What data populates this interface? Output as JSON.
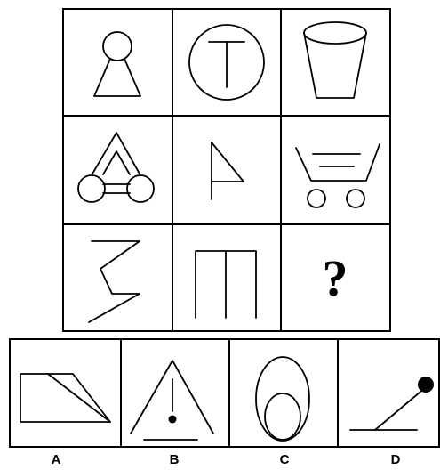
{
  "puzzle": {
    "question_mark": "?"
  },
  "options": [
    {
      "label": "A"
    },
    {
      "label": "B"
    },
    {
      "label": "C"
    },
    {
      "label": "D"
    }
  ]
}
